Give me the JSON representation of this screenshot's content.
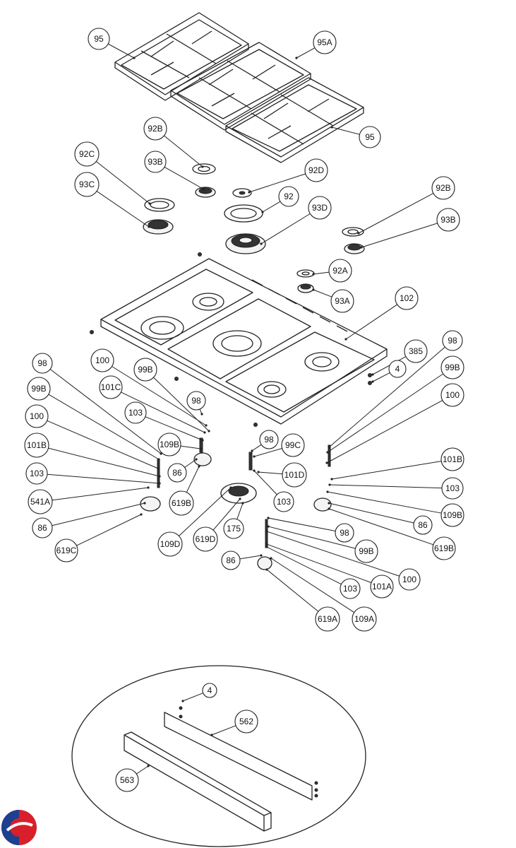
{
  "diagram": {
    "callouts": [
      {
        "id": "c1",
        "label": "95"
      },
      {
        "id": "c2",
        "label": "95A"
      },
      {
        "id": "c3",
        "label": "95"
      },
      {
        "id": "c4",
        "label": "92B"
      },
      {
        "id": "c5",
        "label": "93B"
      },
      {
        "id": "c6",
        "label": "92C"
      },
      {
        "id": "c7",
        "label": "93C"
      },
      {
        "id": "c8",
        "label": "92D"
      },
      {
        "id": "c9",
        "label": "92"
      },
      {
        "id": "c10",
        "label": "93D"
      },
      {
        "id": "c11",
        "label": "92B"
      },
      {
        "id": "c12",
        "label": "93B"
      },
      {
        "id": "c13",
        "label": "92A"
      },
      {
        "id": "c14",
        "label": "93A"
      },
      {
        "id": "c15",
        "label": "102"
      },
      {
        "id": "c16",
        "label": "385"
      },
      {
        "id": "c17",
        "label": "4"
      },
      {
        "id": "c18",
        "label": "98"
      },
      {
        "id": "c19",
        "label": "99B"
      },
      {
        "id": "c20",
        "label": "100"
      },
      {
        "id": "c21",
        "label": "101B"
      },
      {
        "id": "c22",
        "label": "103"
      },
      {
        "id": "c23",
        "label": "109B"
      },
      {
        "id": "c24",
        "label": "86"
      },
      {
        "id": "c25",
        "label": "619B"
      },
      {
        "id": "c26",
        "label": "98"
      },
      {
        "id": "c27",
        "label": "99B"
      },
      {
        "id": "c28",
        "label": "100"
      },
      {
        "id": "c29",
        "label": "101B"
      },
      {
        "id": "c30",
        "label": "103"
      },
      {
        "id": "c31",
        "label": "541A"
      },
      {
        "id": "c32",
        "label": "86"
      },
      {
        "id": "c33",
        "label": "619C"
      },
      {
        "id": "c34",
        "label": "100"
      },
      {
        "id": "c35",
        "label": "99B"
      },
      {
        "id": "c36",
        "label": "101C"
      },
      {
        "id": "c37",
        "label": "98"
      },
      {
        "id": "c38",
        "label": "103"
      },
      {
        "id": "c39",
        "label": "109B"
      },
      {
        "id": "c40",
        "label": "86"
      },
      {
        "id": "c41",
        "label": "619B"
      },
      {
        "id": "c42",
        "label": "98"
      },
      {
        "id": "c43",
        "label": "99C"
      },
      {
        "id": "c44",
        "label": "101D"
      },
      {
        "id": "c45",
        "label": "103"
      },
      {
        "id": "c46",
        "label": "109D"
      },
      {
        "id": "c47",
        "label": "619D"
      },
      {
        "id": "c48",
        "label": "175"
      },
      {
        "id": "c49",
        "label": "98"
      },
      {
        "id": "c50",
        "label": "99B"
      },
      {
        "id": "c51",
        "label": "100"
      },
      {
        "id": "c52",
        "label": "101A"
      },
      {
        "id": "c53",
        "label": "103"
      },
      {
        "id": "c54",
        "label": "86"
      },
      {
        "id": "c55",
        "label": "619A"
      },
      {
        "id": "c56",
        "label": "109A"
      },
      {
        "id": "c57",
        "label": "4"
      },
      {
        "id": "c58",
        "label": "562"
      },
      {
        "id": "c59",
        "label": "563"
      }
    ]
  }
}
